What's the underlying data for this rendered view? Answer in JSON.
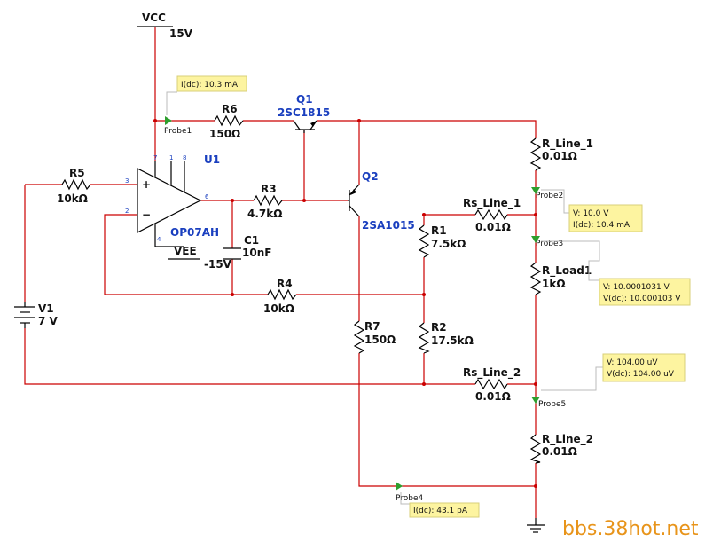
{
  "supply": {
    "vcc_name": "VCC",
    "vcc_value": "15V",
    "vee_name": "VEE",
    "vee_value": "-15V"
  },
  "components": {
    "r6": {
      "name": "R6",
      "value": "150Ω"
    },
    "r5": {
      "name": "R5",
      "value": "10kΩ"
    },
    "r3": {
      "name": "R3",
      "value": "4.7kΩ"
    },
    "r4": {
      "name": "R4",
      "value": "10kΩ"
    },
    "r7": {
      "name": "R7",
      "value": "150Ω"
    },
    "r1": {
      "name": "R1",
      "value": "7.5kΩ"
    },
    "r2": {
      "name": "R2",
      "value": "17.5kΩ"
    },
    "c1": {
      "name": "C1",
      "value": "10nF"
    },
    "v1": {
      "name": "V1",
      "value": "7 V"
    },
    "q1": {
      "name": "Q1",
      "part": "2SC1815"
    },
    "q2": {
      "name": "Q2",
      "part": "2SA1015"
    },
    "u1": {
      "name": "U1",
      "part": "OP07AH",
      "pins": {
        "p7": "7",
        "p1": "1",
        "p8": "8",
        "p3": "3",
        "p2": "2",
        "p6": "6",
        "p4": "4"
      }
    },
    "rs_line_1": {
      "name": "Rs_Line_1",
      "value": "0.01Ω"
    },
    "rs_line_2": {
      "name": "Rs_Line_2",
      "value": "0.01Ω"
    },
    "r_line_1": {
      "name": "R_Line_1",
      "value": "0.01Ω"
    },
    "r_line_2": {
      "name": "R_Line_2",
      "value": "0.01Ω"
    },
    "r_load1": {
      "name": "R_Load1",
      "value": "1kΩ"
    }
  },
  "probes": {
    "probe1": "Probe1",
    "probe2": "Probe2",
    "probe3": "Probe3",
    "probe4": "Probe4",
    "probe5": "Probe5"
  },
  "readouts": {
    "probe1": {
      "line1": "I(dc): 10.3 mA"
    },
    "probe2": {
      "line1": "V: 10.0 V",
      "line2": "I(dc): 10.4 mA"
    },
    "probe3": {
      "line1": "V: 10.0001031 V",
      "line2": "V(dc): 10.000103 V"
    },
    "probe5": {
      "line1": "V: 104.00 uV",
      "line2": "V(dc): 104.00 uV"
    },
    "probe4": {
      "line1": "I(dc): 43.1 pA"
    }
  },
  "watermark": "bbs.38hot.net",
  "colors": {
    "wire": "#cc0000",
    "component": "#000000",
    "designator": "#1a3fbf",
    "tooltip_bg": "#fdf4a0",
    "probe_arrow": "#2e9e2e"
  }
}
